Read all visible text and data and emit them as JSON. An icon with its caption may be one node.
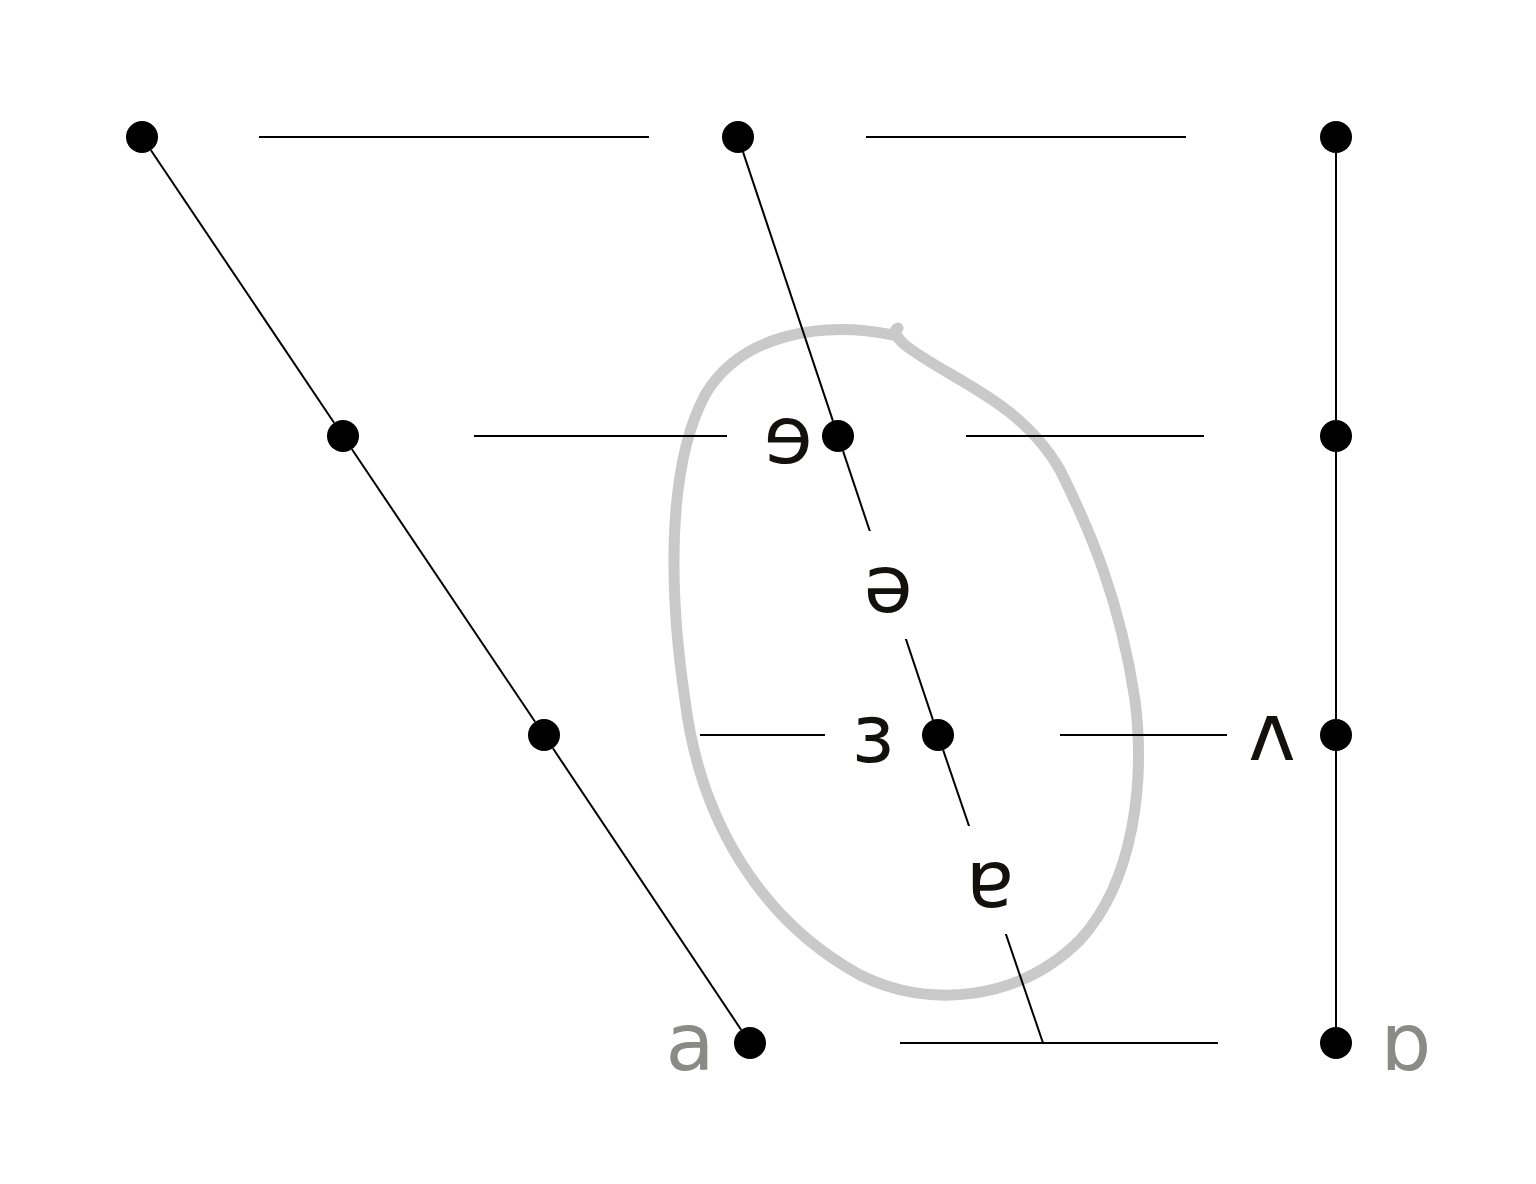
{
  "diagram": {
    "nodes": [
      {
        "text": [],
        "shape": "circle"
      },
      {
        "text": [],
        "shape": "circle"
      },
      {
        "text": [],
        "shape": "circle"
      },
      {
        "text": [],
        "shape": "circle"
      },
      {
        "text": [],
        "shape": "circle",
        "beside": [
          "ɘ"
        ]
      },
      {
        "text": [],
        "shape": "circle"
      },
      {
        "text": [],
        "shape": "circle"
      },
      {
        "text": [],
        "shape": "circle",
        "beside": [
          "ɜ"
        ]
      },
      {
        "text": [],
        "shape": "circle",
        "beside": [
          "ʌ"
        ]
      },
      {
        "text": [],
        "shape": "circle",
        "beside": [
          "a"
        ]
      },
      {
        "text": [],
        "shape": "circle",
        "beside": [
          "ɒ"
        ]
      }
    ],
    "edges": [
      {
        "from": 0,
        "to": 3,
        "arrow": "none"
      },
      {
        "from": 3,
        "to": 6,
        "arrow": "none"
      },
      {
        "from": 6,
        "to": 9,
        "arrow": "none"
      },
      {
        "from": 1,
        "to": 4,
        "arrow": "none"
      },
      {
        "from": 4,
        "to": 7,
        "arrow": "none"
      },
      {
        "from": 7,
        "to": null,
        "arrow": "none"
      },
      {
        "from": 2,
        "to": 5,
        "arrow": "none"
      },
      {
        "from": 5,
        "to": 8,
        "arrow": "none"
      },
      {
        "from": 8,
        "to": 10,
        "arrow": "none"
      }
    ],
    "labels": [
      "ə",
      "ɐ"
    ]
  }
}
